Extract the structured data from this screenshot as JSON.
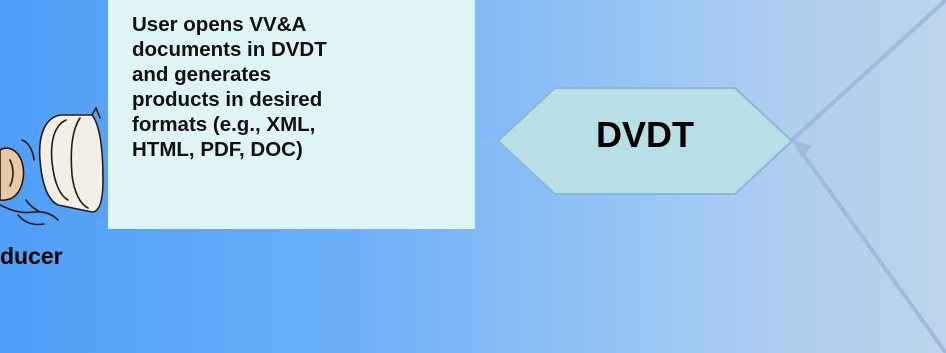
{
  "info_box": {
    "text": "User opens VV&A\ndocuments in DVDT\nand generates\nproducts in desired\nformats (e.g., XML,\nHTML, PDF, DOC)"
  },
  "producer": {
    "label": "ducer"
  },
  "hexagon": {
    "label": "DVDT"
  },
  "colors": {
    "hexagon_fill": "#b9dfe6",
    "hexagon_stroke": "#88b8d4",
    "info_box_fill": "#dff4f6",
    "connector": "#9fb8dd"
  },
  "icons": {
    "producer_figure": "person-at-desk-clipart"
  }
}
